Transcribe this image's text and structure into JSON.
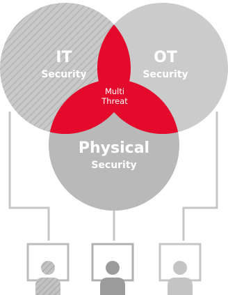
{
  "diagram": {
    "circles": {
      "it": {
        "title": "IT",
        "subtitle": "Security"
      },
      "ot": {
        "title": "OT",
        "subtitle": "Security"
      },
      "physical": {
        "title": "Physical",
        "subtitle": "Security"
      }
    },
    "center": {
      "line1": "Multi",
      "line2": "Threat"
    },
    "colors": {
      "circle_fill": "#c8c8c8",
      "circle_dark": "#b8b8b8",
      "overlap": "#e30a2c",
      "connector": "#c6c6c6",
      "user_hatched": "#bcbcbc",
      "user_dark": "#9b9b9b",
      "user_light": "#c4c4c4"
    },
    "icons": [
      "user-icon-it",
      "user-icon-physical",
      "user-icon-ot"
    ]
  }
}
